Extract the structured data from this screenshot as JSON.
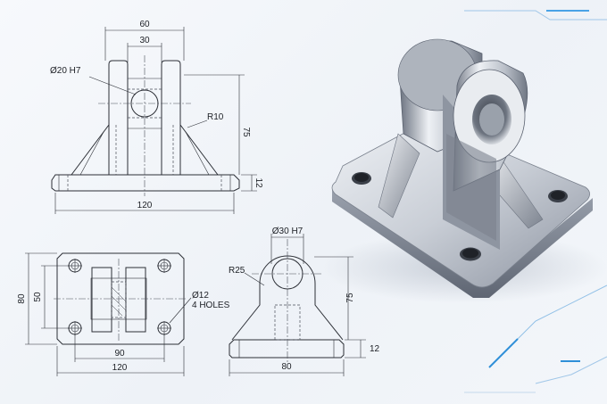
{
  "drawing": {
    "front_view": {
      "dim_width_top": "60",
      "dim_gap": "30",
      "hole_callout": "Ø20 H7",
      "radius_callout": "R10",
      "dim_height": "75",
      "dim_base_thickness": "12",
      "dim_base_width": "120"
    },
    "top_view": {
      "dim_depth": "80",
      "dim_hole_spacing_y": "50",
      "dim_hole_spacing_x": "90",
      "dim_width": "120",
      "hole_callout_size": "Ø12",
      "hole_callout_count": "4 HOLES"
    },
    "side_view": {
      "hole_callout": "Ø30 H7",
      "radius_callout": "R25",
      "dim_height": "75",
      "dim_base_thickness": "12",
      "dim_width": "80"
    }
  },
  "colors": {
    "linework": "#2c2f36",
    "metal_light": "#e4e8ee",
    "metal_dark": "#5b6270",
    "accent_blue": "#2f8fd8"
  }
}
